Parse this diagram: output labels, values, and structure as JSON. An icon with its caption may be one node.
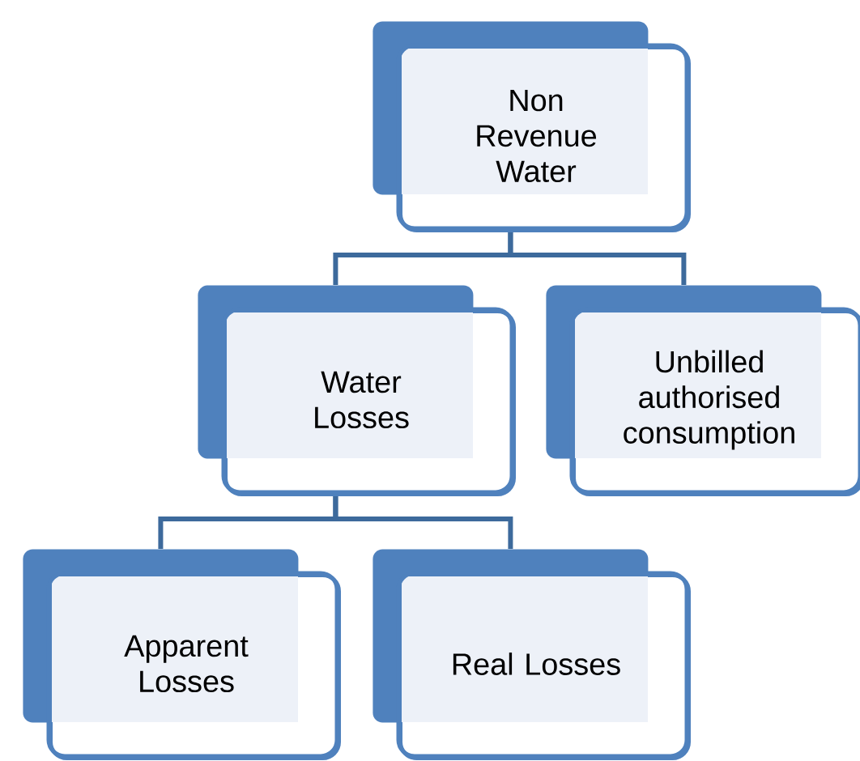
{
  "diagram": {
    "nodes": [
      {
        "text": [
          "Non Revenue Water"
        ]
      },
      {
        "text": [
          "Water Losses"
        ]
      },
      {
        "text": [
          "Unbilled authorised consumption"
        ]
      },
      {
        "text": [
          "Apparent Losses"
        ]
      },
      {
        "text": [
          "Real Losses"
        ]
      }
    ],
    "edges": [
      {
        "from": 0,
        "to": 1,
        "arrow": "none"
      },
      {
        "from": 0,
        "to": 2,
        "arrow": "none"
      },
      {
        "from": 1,
        "to": 3,
        "arrow": "none"
      },
      {
        "from": 1,
        "to": 4,
        "arrow": "none"
      }
    ]
  }
}
